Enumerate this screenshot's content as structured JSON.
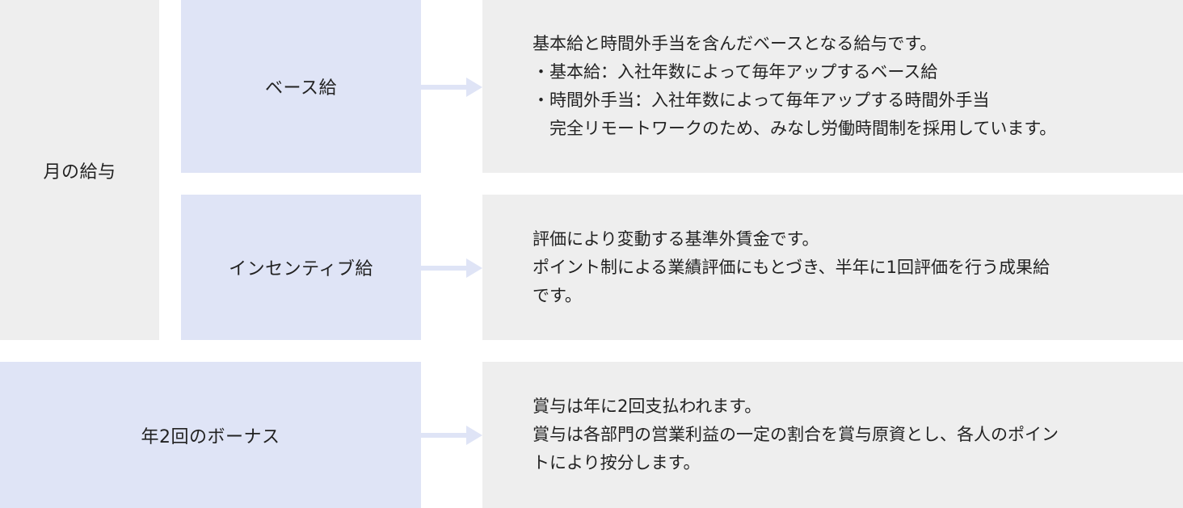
{
  "monthly": {
    "label": "月の給与"
  },
  "base": {
    "label": "ベース給",
    "description": [
      "基本給と時間外手当を含んだベースとなる給与です。",
      "・基本給：入社年数によって毎年アップするベース給",
      "・時間外手当：入社年数によって毎年アップする時間外手当",
      "　完全リモートワークのため、みなし労働時間制を採用しています。"
    ]
  },
  "incentive": {
    "label": "インセンティブ給",
    "description": [
      "評価により変動する基準外賃金です。",
      "ポイント制による業績評価にもとづき、半年に1回評価を行う成果給",
      "です。"
    ]
  },
  "bonus": {
    "label": "年2回のボーナス",
    "description": [
      "賞与は年に2回支払われます。",
      "賞与は各部門の営業利益の一定の割合を賞与原資とし、各人のポイン",
      "トにより按分します。"
    ]
  },
  "colors": {
    "gray_box": "#eeeeee",
    "blue_box": "#dfe4f6",
    "arrow": "#dfe4f6"
  }
}
